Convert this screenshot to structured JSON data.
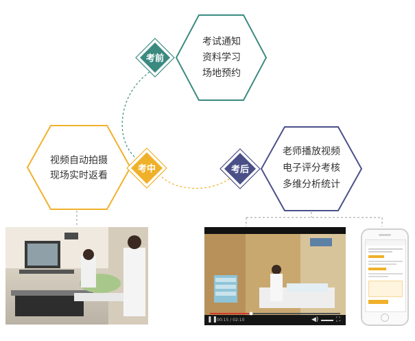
{
  "stages": {
    "before": {
      "badge": "考前",
      "color": "#3a8a80",
      "lines": [
        "考试通知",
        "资料学习",
        "场地预约"
      ]
    },
    "during": {
      "badge": "考中",
      "color": "#f0b12a",
      "lines": [
        "视频自动拍摄",
        "现场实时返看"
      ]
    },
    "after": {
      "badge": "考后",
      "color": "#4a4f88",
      "lines": [
        "老师播放视频",
        "电子评分考核",
        "多维分析统计"
      ]
    }
  },
  "colors": {
    "teal": "#3a8a80",
    "orange": "#f0b12a",
    "navy": "#4a4f88",
    "dashed": "#9a9a9a"
  },
  "icons": {
    "play": "play-icon",
    "volume": "volume-icon",
    "fullscreen": "fullscreen-icon"
  },
  "video": {
    "time": "00:15 / 02:10"
  }
}
